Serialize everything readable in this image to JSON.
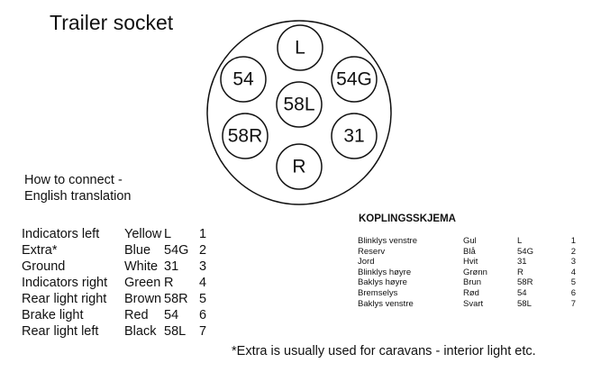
{
  "title": "Trailer socket",
  "socket": {
    "pins": [
      {
        "id": "L"
      },
      {
        "id": "54"
      },
      {
        "id": "54G"
      },
      {
        "id": "58L"
      },
      {
        "id": "58R"
      },
      {
        "id": "31"
      },
      {
        "id": "R"
      }
    ]
  },
  "how_to": {
    "line1": "How to connect -",
    "line2": "English translation"
  },
  "english_table": {
    "rows": [
      {
        "function": "Indicators left",
        "color": "Yellow",
        "code": "L",
        "number": "1"
      },
      {
        "function": "Extra*",
        "color": "Blue",
        "code": "54G",
        "number": "2"
      },
      {
        "function": "Ground",
        "color": "White",
        "code": "31",
        "number": "3"
      },
      {
        "function": "Indicators right",
        "color": "Green",
        "code": "R",
        "number": "4"
      },
      {
        "function": "Rear light right",
        "color": "Brown",
        "code": "58R",
        "number": "5"
      },
      {
        "function": "Brake light",
        "color": "Red",
        "code": "54",
        "number": "6"
      },
      {
        "function": "Rear light left",
        "color": "Black",
        "code": "58L",
        "number": "7"
      }
    ]
  },
  "norwegian": {
    "title": "KOPLINGSSKJEMA",
    "rows": [
      {
        "function": "Blinklys venstre",
        "color": "Gul",
        "code": "L",
        "number": "1"
      },
      {
        "function": "Reserv",
        "color": "Blå",
        "code": "54G",
        "number": "2"
      },
      {
        "function": "Jord",
        "color": "Hvit",
        "code": "31",
        "number": "3"
      },
      {
        "function": "Blinklys høyre",
        "color": "Grønn",
        "code": "R",
        "number": "4"
      },
      {
        "function": "Baklys høyre",
        "color": "Brun",
        "code": "58R",
        "number": "5"
      },
      {
        "function": "Bremselys",
        "color": "Rød",
        "code": "54",
        "number": "6"
      },
      {
        "function": "Baklys venstre",
        "color": "Svart",
        "code": "58L",
        "number": "7"
      }
    ]
  },
  "footnote": "*Extra is usually used for caravans - interior light etc."
}
